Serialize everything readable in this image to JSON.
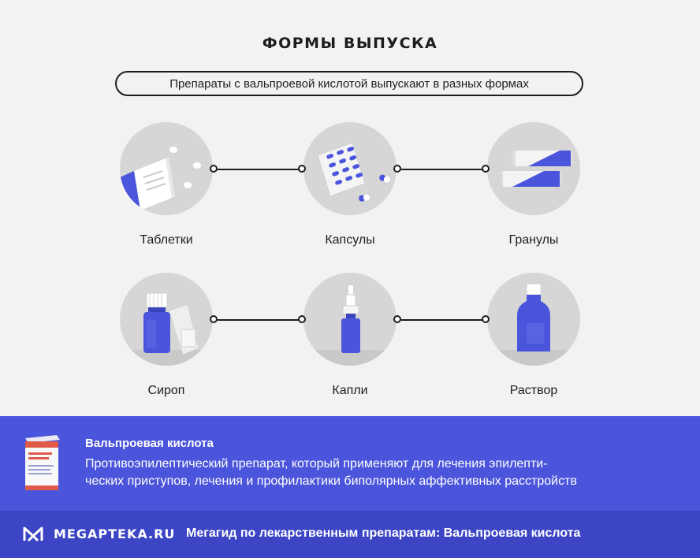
{
  "header": {
    "title": "ФОРМЫ ВЫПУСКА",
    "subtitle": "Препараты с вальпроевой кислотой выпускают в разных формах"
  },
  "forms": [
    {
      "label": "Таблетки",
      "icon": "tablets-icon"
    },
    {
      "label": "Капсулы",
      "icon": "capsules-icon"
    },
    {
      "label": "Гранулы",
      "icon": "granules-icon"
    },
    {
      "label": "Сироп",
      "icon": "syrup-icon"
    },
    {
      "label": "Капли",
      "icon": "drops-icon"
    },
    {
      "label": "Раствор",
      "icon": "solution-icon"
    }
  ],
  "info": {
    "title": "Вальпроевая кислота",
    "description": "Противоэпилептический препарат, который применяют для лечения эпилепти-ческих приступов, лечения и профилактики биполярных аффективных расстройств",
    "description_line1": "Противоэпилептический препарат, который применяют для лечения эпилепти-",
    "description_line2": "ческих приступов, лечения и профилактики биполярных аффективных расстройств"
  },
  "footer": {
    "brand": "MEGAPTEKA.RU",
    "text": "Мегагид по лекарственным препаратам: Вальпроевая кислота"
  },
  "colors": {
    "accent": "#4b55db",
    "footer": "#3c45c4",
    "circle": "#d6d6d6",
    "background": "#f2f2f2"
  }
}
